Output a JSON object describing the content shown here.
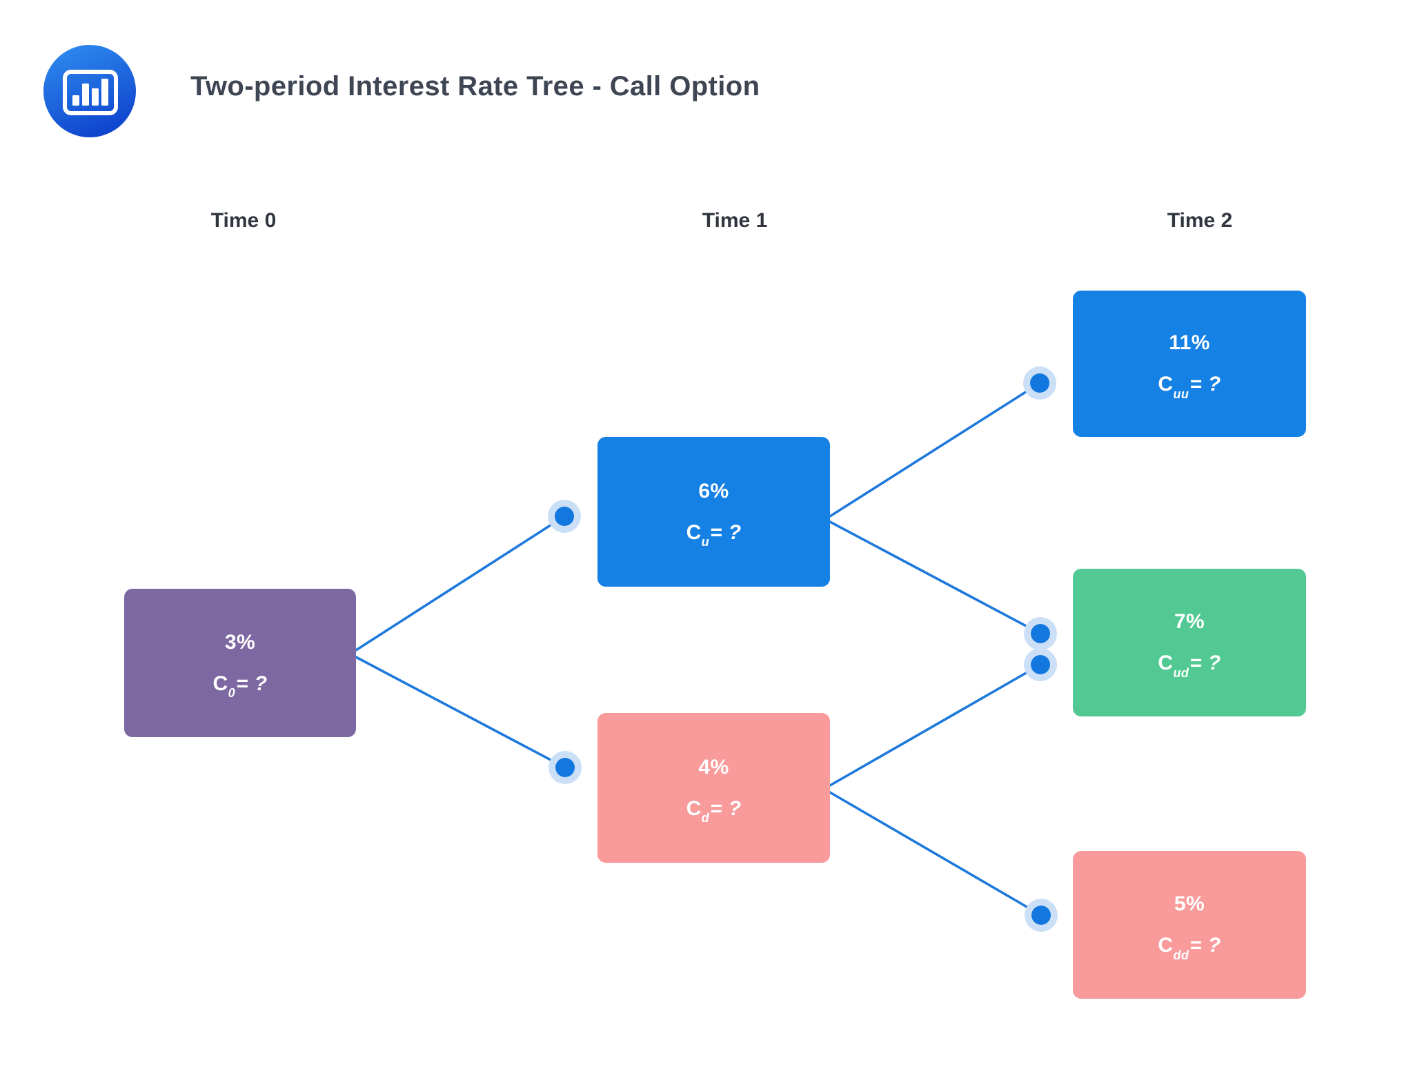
{
  "header": {
    "title": "Two-period Interest Rate Tree - Call Option",
    "logo_icon": "bar-chart-icon"
  },
  "columns": [
    {
      "label": "Time 0"
    },
    {
      "label": "Time 1"
    },
    {
      "label": "Time 2"
    }
  ],
  "tree": {
    "nodes": [
      {
        "id": "t0",
        "column": "Time 0",
        "rate": "3%",
        "option": {
          "base": "C",
          "sub": "0",
          "rest": "= ?"
        },
        "color": "#7D68A1"
      },
      {
        "id": "u",
        "column": "Time 1",
        "rate": "6%",
        "option": {
          "base": "C",
          "sub": "u",
          "rest": "= ?"
        },
        "color": "#1581E4"
      },
      {
        "id": "d",
        "column": "Time 1",
        "rate": "4%",
        "option": {
          "base": "C",
          "sub": "d",
          "rest": "= ?"
        },
        "color": "#F99A9B"
      },
      {
        "id": "uu",
        "column": "Time 2",
        "rate": "11%",
        "option": {
          "base": "C",
          "sub": "uu",
          "rest": "= ?"
        },
        "color": "#1581E4"
      },
      {
        "id": "ud",
        "column": "Time 2",
        "rate": "7%",
        "option": {
          "base": "C",
          "sub": "ud",
          "rest": "= ?"
        },
        "color": "#52C892"
      },
      {
        "id": "dd",
        "column": "Time 2",
        "rate": "5%",
        "option": {
          "base": "C",
          "sub": "dd",
          "rest": "= ?"
        },
        "color": "#F99A9B"
      }
    ],
    "edges": [
      [
        "t0",
        "u"
      ],
      [
        "t0",
        "d"
      ],
      [
        "u",
        "uu"
      ],
      [
        "u",
        "ud"
      ],
      [
        "d",
        "ud"
      ],
      [
        "d",
        "dd"
      ]
    ]
  },
  "palette": {
    "background": "#FFFFFF",
    "edge_line": "#1E79DC",
    "dot": "#1377E0",
    "dot_halo": "#CBE0F7",
    "title_text": "#3E4553",
    "column_label_text": "#30353F",
    "node_text": "#FFFFFF",
    "logo_gradient_top": "#2F8CEF",
    "logo_gradient_bottom": "#0E44CE"
  }
}
